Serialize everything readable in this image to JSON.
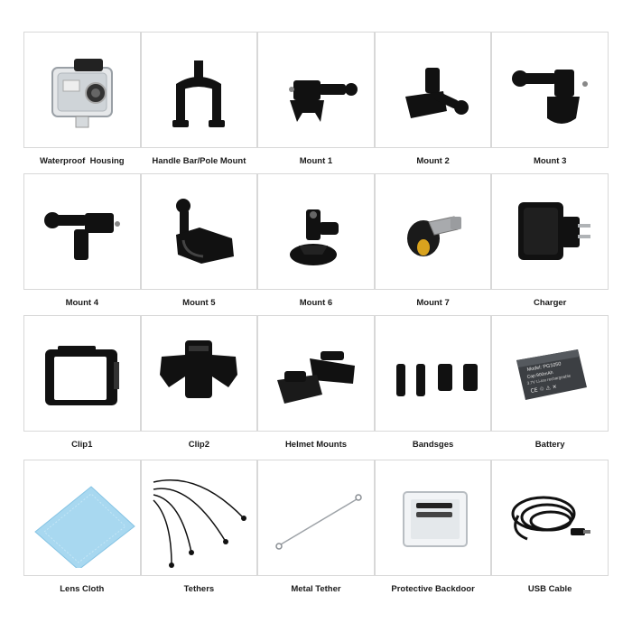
{
  "items": [
    {
      "label": "Waterproof  Housing",
      "icon": "waterproof-housing-icon"
    },
    {
      "label": "Handle Bar/Pole Mount",
      "icon": "handle-bar-pole-mount-icon"
    },
    {
      "label": "Mount 1",
      "icon": "mount-1-icon"
    },
    {
      "label": "Mount 2",
      "icon": "mount-2-icon"
    },
    {
      "label": "Mount 3",
      "icon": "mount-3-icon"
    },
    {
      "label": "Mount 4",
      "icon": "mount-4-icon"
    },
    {
      "label": "Mount 5",
      "icon": "mount-5-icon"
    },
    {
      "label": "Mount 6",
      "icon": "mount-6-icon"
    },
    {
      "label": "Mount 7",
      "icon": "mount-7-icon"
    },
    {
      "label": "Charger",
      "icon": "charger-icon"
    },
    {
      "label": "Clip1",
      "icon": "clip1-icon"
    },
    {
      "label": "Clip2",
      "icon": "clip2-icon"
    },
    {
      "label": "Helmet Mounts",
      "icon": "helmet-mounts-icon"
    },
    {
      "label": "Bandsges",
      "icon": "bandages-icon"
    },
    {
      "label": "Battery",
      "icon": "battery-icon"
    },
    {
      "label": "Lens Cloth",
      "icon": "lens-cloth-icon"
    },
    {
      "label": "Tethers",
      "icon": "tethers-icon"
    },
    {
      "label": "Metal Tether",
      "icon": "metal-tether-icon"
    },
    {
      "label": "Protective Backdoor",
      "icon": "protective-backdoor-icon"
    },
    {
      "label": "USB Cable",
      "icon": "usb-cable-icon"
    }
  ],
  "battery_text": {
    "model": "Model: PG1050",
    "capacity": "Cap:900mAh",
    "line3": "3.7V Li-ion rechargeable",
    "marks": "CE ♲ ⚠ ✕"
  },
  "colors": {
    "product": "#1a1a1a",
    "cloth": "#a8d8f0",
    "border": "#d8d8d8"
  }
}
